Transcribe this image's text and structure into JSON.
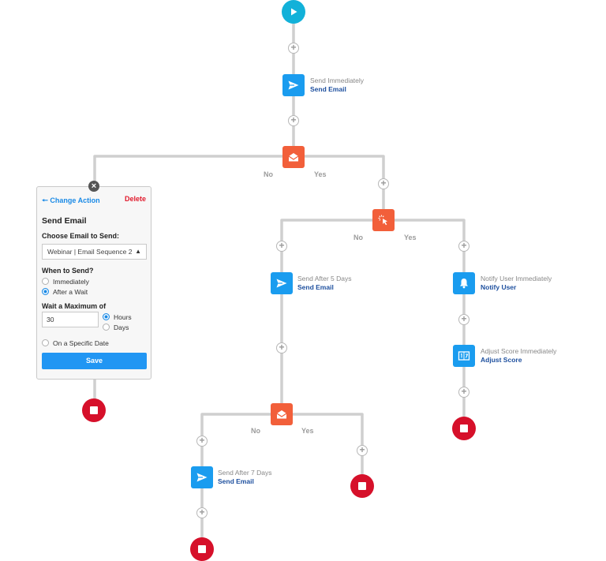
{
  "branch_labels": {
    "no": "No",
    "yes": "Yes"
  },
  "nodes": {
    "send_1": {
      "sub": "Send Immediately",
      "main": "Send Email"
    },
    "send_2": {
      "sub": "Send After 5 Days",
      "main": "Send Email"
    },
    "send_3": {
      "sub": "Send After 7 Days",
      "main": "Send Email"
    },
    "notify": {
      "sub": "Notify User Immediately",
      "main": "Notify User"
    },
    "score": {
      "sub": "Adjust Score Immediately",
      "main": "Adjust Score"
    }
  },
  "panel": {
    "change_action": "Change Action",
    "delete": "Delete",
    "title": "Send Email",
    "choose_label": "Choose Email to Send:",
    "selected_email": "Webinar | Email Sequence 2",
    "when_label": "When to Send?",
    "opt_immediately": "Immediately",
    "opt_after_wait": "After a Wait",
    "wait_label": "Wait a Maximum of",
    "wait_value": "30",
    "opt_hours": "Hours",
    "opt_days": "Days",
    "opt_specific_date": "On a Specific Date",
    "save": "Save"
  },
  "colors": {
    "start": "#12b1d9",
    "action": "#1a9cef",
    "condition": "#f25f3a",
    "stop": "#d6102a",
    "link": "#1d4f9e",
    "save": "#2196f3",
    "delete": "#e11a2c"
  },
  "icons": {
    "start": "play-icon",
    "send": "paper-plane-icon",
    "email_opened": "open-envelope-icon",
    "link_clicked": "cursor-click-icon",
    "notify": "bell-icon",
    "score": "score-icon",
    "stop": "stop-icon"
  }
}
